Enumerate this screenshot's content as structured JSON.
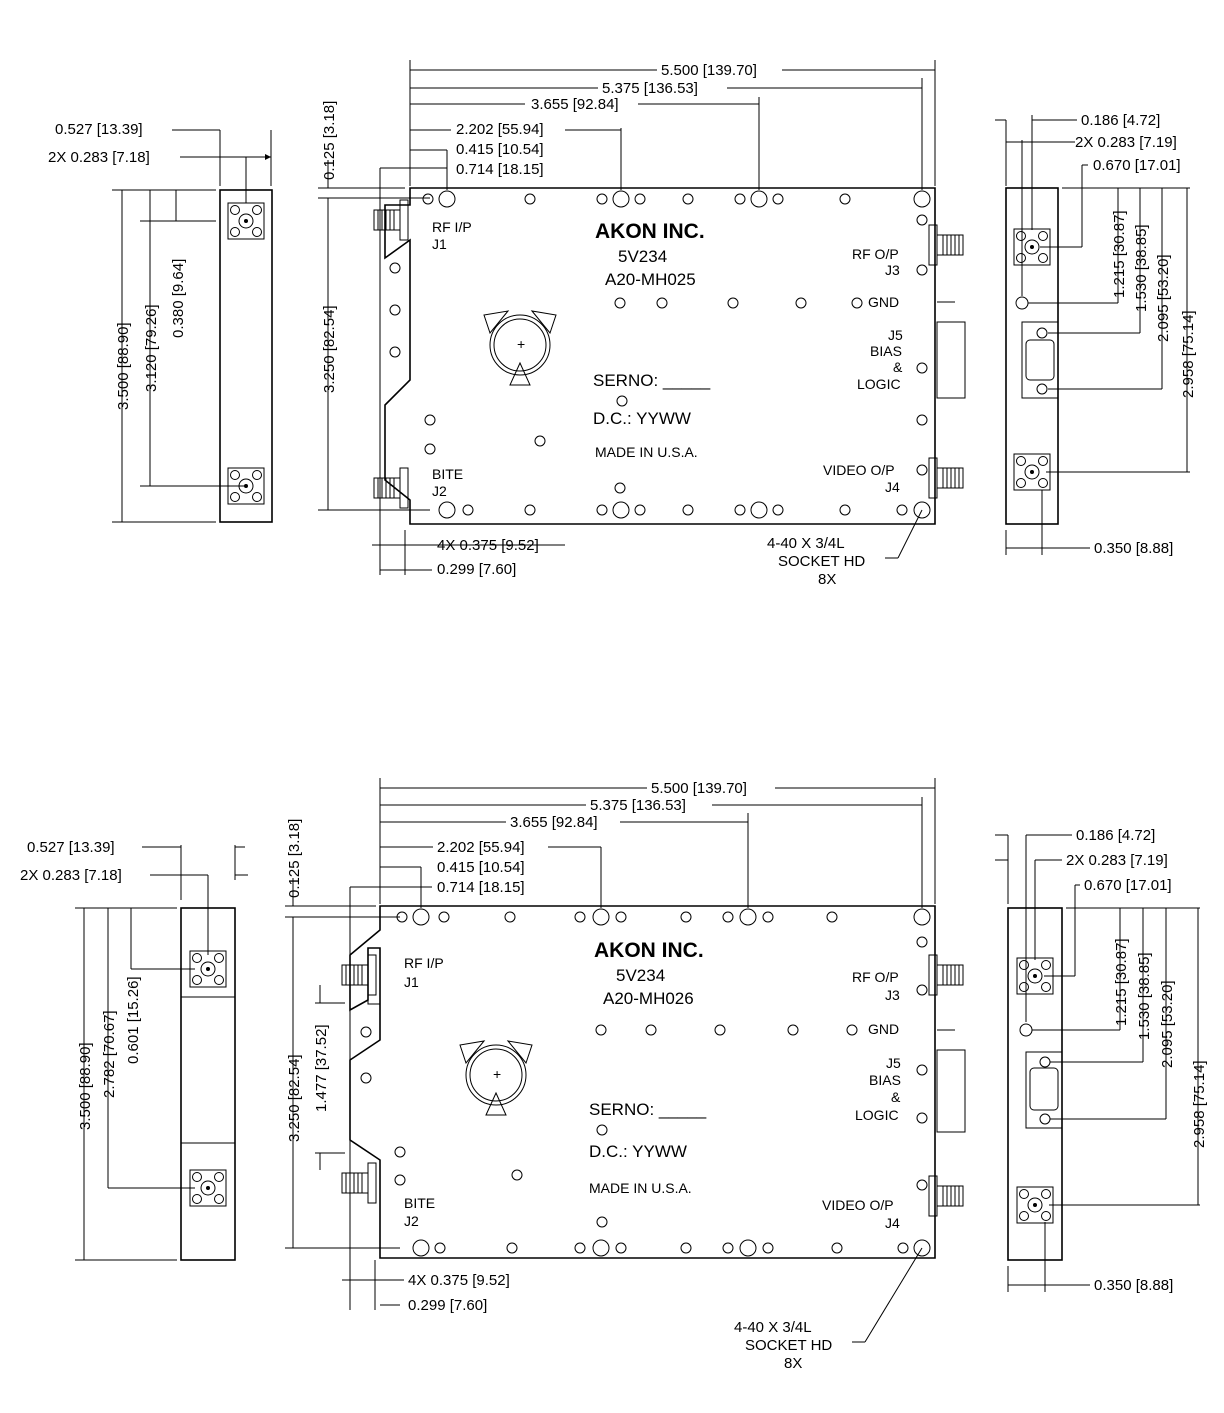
{
  "top": {
    "part_number": "A20-MH025",
    "left_view": {
      "width_overall": "0.527 [13.39]",
      "conn_offset": "2X 0.283 [7.18]",
      "height": "3.500 [88.90]",
      "conn_spacing": "3.120 [79.26]",
      "conn_top": "0.380 [9.64]"
    },
    "front_view": {
      "dims": {
        "overall": "5.500 [139.70]",
        "hole_outer": "5.375 [136.53]",
        "hole_3": "3.655 [92.84]",
        "hole_2": "2.202 [55.94]",
        "hole_1": "0.415 [10.54]",
        "edge": "0.714 [18.15]",
        "top_offset": "0.125 [3.18]",
        "height": "3.250 [82.54]",
        "conn_len": "4X 0.375 [9.52]",
        "flange": "0.299 [7.60]"
      },
      "screw_note": [
        "4-40 X 3/4L",
        "SOCKET HD",
        "8X"
      ]
    },
    "right_view": {
      "top_edge": "0.186 [4.72]",
      "conn_offset": "2X 0.283 [7.19]",
      "rf_out": "0.670 [17.01]",
      "gnd": "1.215 [30.87]",
      "dsub_top": "1.530 [38.85]",
      "dsub_bottom": "2.095 [53.20]",
      "video": "2.958 [75.14]",
      "depth": "0.350 [8.88]"
    }
  },
  "bottom": {
    "part_number": "A20-MH026",
    "left_view": {
      "width_overall": "0.527 [13.39]",
      "conn_offset": "2X 0.283 [7.18]",
      "height": "3.500 [88.90]",
      "conn_spacing": "2.782 [70.67]",
      "conn_top": "0.601 [15.26]"
    },
    "front_view": {
      "dims": {
        "overall": "5.500 [139.70]",
        "hole_outer": "5.375 [136.53]",
        "hole_3": "3.655 [92.84]",
        "hole_2": "2.202 [55.94]",
        "hole_1": "0.415 [10.54]",
        "edge": "0.714 [18.15]",
        "top_offset": "0.125 [3.18]",
        "height": "3.250 [82.54]",
        "conn_mid": "1.477 [37.52]",
        "conn_len": "4X 0.375 [9.52]",
        "flange": "0.299 [7.60]"
      },
      "screw_note": [
        "4-40 X 3/4L",
        "SOCKET HD",
        "8X"
      ]
    },
    "right_view": {
      "top_edge": "0.186 [4.72]",
      "conn_offset": "2X 0.283 [7.19]",
      "rf_out": "0.670 [17.01]",
      "gnd": "1.215 [30.87]",
      "dsub_top": "1.530 [38.85]",
      "dsub_bottom": "2.095 [53.20]",
      "video": "2.958 [75.14]",
      "depth": "0.350 [8.88]"
    }
  },
  "labels": {
    "company": "AKON INC.",
    "model": "5V234",
    "rf_in": "RF I/P",
    "j1": "J1",
    "bite": "BITE",
    "j2": "J2",
    "rf_out": "RF O/P",
    "j3": "J3",
    "gnd": "GND",
    "j5": "J5",
    "bias": "BIAS",
    "amp": "&",
    "logic": "LOGIC",
    "video": "VIDEO O/P",
    "j4": "J4",
    "serno": "SERNO: _____",
    "dc": "D.C.: YYWW",
    "made": "MADE IN U.S.A."
  }
}
